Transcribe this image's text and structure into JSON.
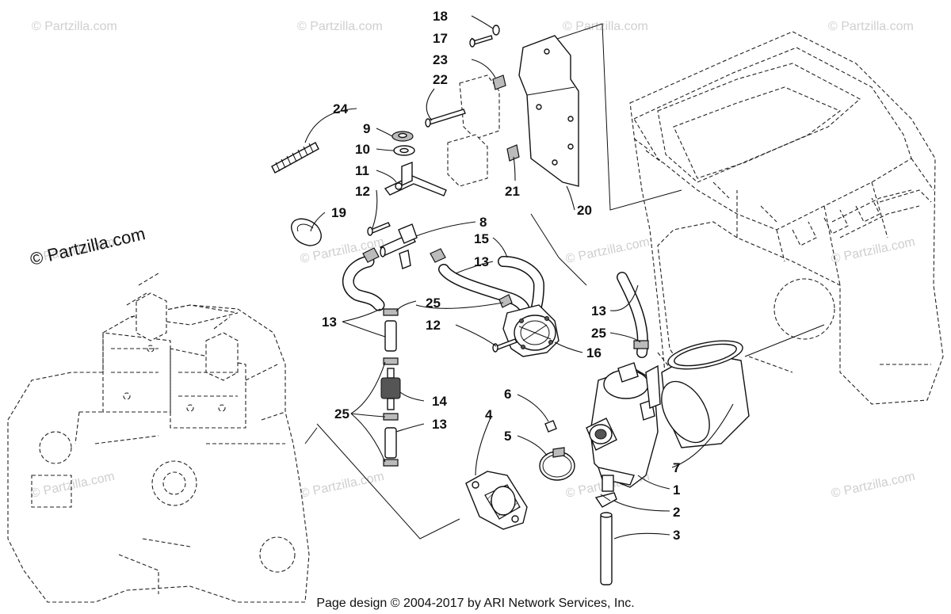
{
  "brand": {
    "text": "© Partzilla.com"
  },
  "watermarks": [
    "© Partzilla.com",
    "© Partzilla.com",
    "© Partzilla.com",
    "© Partzilla.com",
    "© Partzilla.com",
    "© Partzilla.com",
    "© Partzilla.com",
    "© Partzilla.com",
    "© Partzilla.com",
    "© Partzilla.com",
    "© Partzilla.com",
    "© Partzilla.com"
  ],
  "callouts": [
    "1",
    "2",
    "3",
    "4",
    "5",
    "6",
    "7",
    "8",
    "9",
    "10",
    "11",
    "12",
    "12",
    "13",
    "13",
    "13",
    "13",
    "14",
    "15",
    "16",
    "17",
    "18",
    "19",
    "20",
    "21",
    "22",
    "23",
    "24",
    "25",
    "25",
    "25"
  ],
  "footer": {
    "text": "Page design © 2004-2017 by ARI Network Services, Inc."
  }
}
